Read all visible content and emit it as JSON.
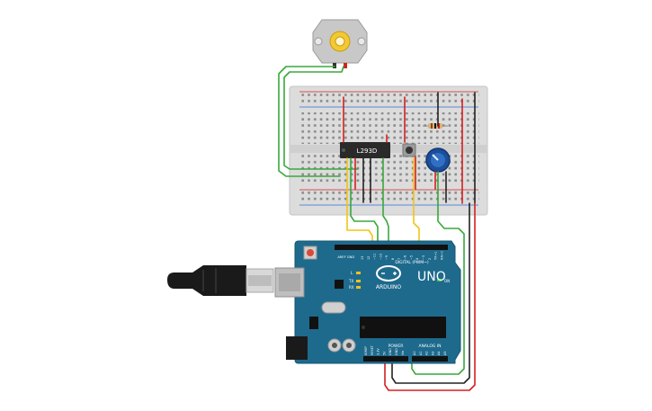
{
  "chip": {
    "label": "L293D"
  },
  "arduino": {
    "brand": "ARDUINO",
    "model": "UNO",
    "digital_header": "DIGITAL (PWM~)",
    "power_header": "POWER",
    "analog_header": "ANALOG IN",
    "aref": "AREF",
    "gnd": "GND",
    "on": "ON",
    "tx": "TX",
    "rx": "RX",
    "l": "L",
    "digital_pins": [
      "13",
      "12",
      "~11",
      "~10",
      "~9",
      "8",
      "7",
      "~6",
      "~5",
      "4",
      "~3",
      "2",
      "TX→1",
      "RX←0"
    ],
    "power_pins": [
      "IOREF",
      "RESET",
      "3.3V",
      "5V",
      "GND",
      "GND",
      "Vin"
    ],
    "analog_pins": [
      "A0",
      "A1",
      "A2",
      "A3",
      "A4",
      "A5"
    ]
  },
  "colors": {
    "board": "#1e6a8d",
    "breadboard": "#dcdcdc",
    "wire_red": "#d42020",
    "wire_black": "#222222",
    "wire_green": "#39a83b",
    "wire_yellow": "#f0c419"
  }
}
